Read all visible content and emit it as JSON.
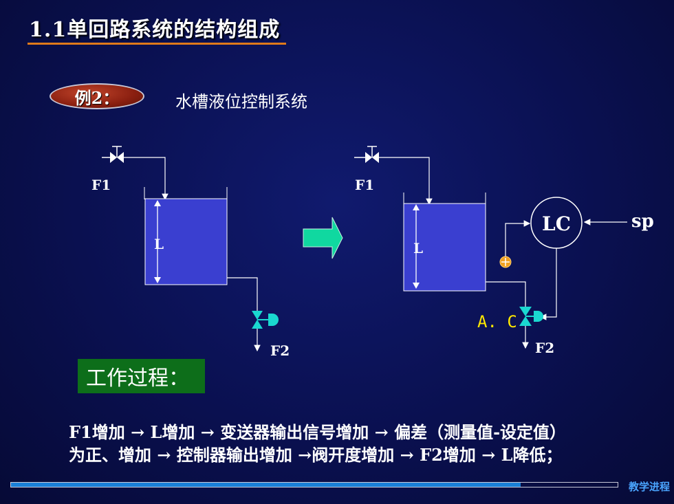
{
  "slide": {
    "title": "1.1单回路系统的结构组成",
    "example_label": "例2：",
    "subtitle": "水槽液位控制系统",
    "process_heading": "工作过程：",
    "process_lines": [
      "F1增加 → L增加 → 变送器输出信号增加 → 偏差（测量值-设定值）",
      "为正、增加 → 控制器输出增加 →阀开度增加 → F2增加 → L降低；"
    ],
    "progress_label": "教学进程",
    "progress_fraction": 0.84
  },
  "diagram": {
    "left": {
      "inflow": "F1",
      "level": "L",
      "outflow": "F2"
    },
    "right": {
      "inflow": "F1",
      "level": "L",
      "outflow": "F2",
      "controller": "LC",
      "setpoint": "sp",
      "actuator": "A. C"
    }
  },
  "colors": {
    "tank_fill": "#3a3fd0",
    "valve": "#1ad8d0",
    "arrow": "#10d8a0",
    "title_underline": "#e07a1a",
    "actuator_label": "#ffe800",
    "progress": "#1a80d8"
  }
}
